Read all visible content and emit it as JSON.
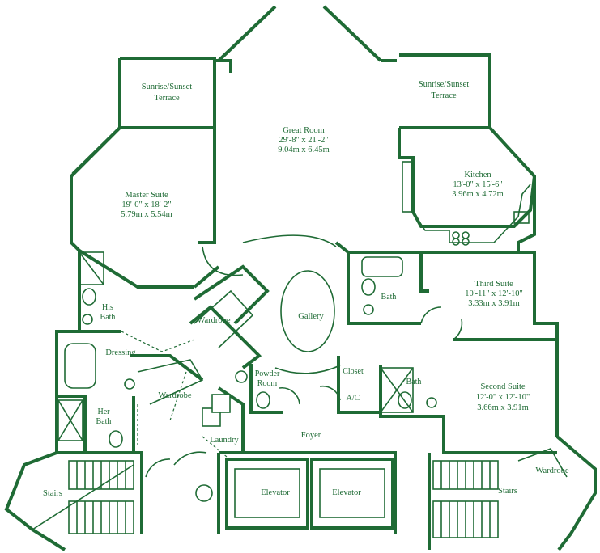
{
  "rooms": {
    "terrace_left": {
      "line1": "Sunrise/Sunset",
      "line2": "Terrace"
    },
    "terrace_right": {
      "line1": "Sunrise/Sunset",
      "line2": "Terrace"
    },
    "great_room": {
      "name": "Great Room",
      "dim_imperial": "29'-8\" x 21'-2\"",
      "dim_metric": "9.04m x 6.45m"
    },
    "kitchen": {
      "name": "Kitchen",
      "dim_imperial": "13'-0\" x 15'-6\"",
      "dim_metric": "3.96m x 4.72m"
    },
    "master_suite": {
      "name": "Master Suite",
      "dim_imperial": "19'-0\" x 18'-2\"",
      "dim_metric": "5.79m x 5.54m"
    },
    "third_suite": {
      "name": "Third Suite",
      "dim_imperial": "10'-11\" x 12'-10\"",
      "dim_metric": "3.33m x 3.91m"
    },
    "second_suite": {
      "name": "Second Suite",
      "dim_imperial": "12'-0\" x 12'-10\"",
      "dim_metric": "3.66m x 3.91m"
    },
    "his_bath": {
      "line1": "His",
      "line2": "Bath"
    },
    "her_bath": {
      "line1": "Her",
      "line2": "Bath"
    },
    "dressing": {
      "name": "Dressing"
    },
    "wardrobe_upper": {
      "name": "Wardrobe"
    },
    "wardrobe_lower": {
      "name": "Wardrobe"
    },
    "wardrobe_right": {
      "name": "Wardrobe"
    },
    "gallery": {
      "name": "Gallery"
    },
    "powder_room": {
      "line1": "Powder",
      "line2": "Room"
    },
    "closet": {
      "name": "Closet"
    },
    "ac": {
      "name": "A/C"
    },
    "bath_mid": {
      "name": "Bath"
    },
    "bath_third": {
      "name": "Bath"
    },
    "foyer": {
      "name": "Foyer"
    },
    "laundry": {
      "name": "Laundry"
    },
    "elevator_left": {
      "name": "Elevator"
    },
    "elevator_right": {
      "name": "Elevator"
    },
    "stairs_left": {
      "name": "Stairs"
    },
    "stairs_right": {
      "name": "Stairs"
    }
  },
  "colors": {
    "ink": "#1f6b35",
    "paper": "#ffffff"
  }
}
